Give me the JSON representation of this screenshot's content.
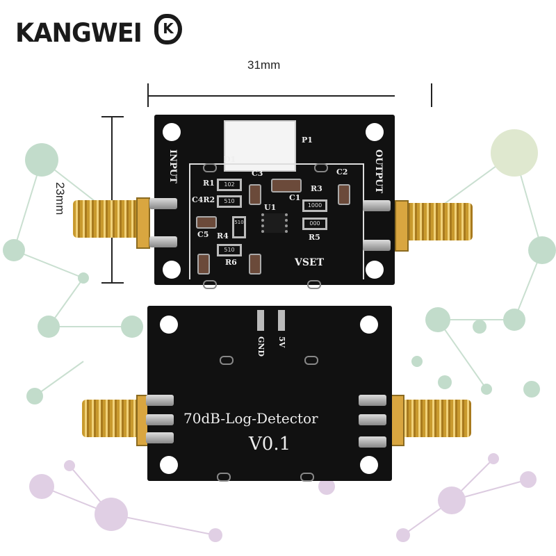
{
  "brand": {
    "logo_text": "KANGWEI",
    "logo_mark": "K"
  },
  "dimensions": {
    "width": "31mm",
    "height": "23mm"
  },
  "top_board": {
    "labels": {
      "input": "INPUT",
      "output": "OUTPUT",
      "p1": "P1",
      "d1": "D1",
      "r1": "R1",
      "c4r2": "C4R2",
      "c5": "C5",
      "r4": "R4",
      "r6": "R6",
      "r3": "R3",
      "c1": "C1",
      "u1": "U1",
      "c2": "C2",
      "c3": "C3",
      "r5": "R5",
      "vset": "VSET"
    },
    "resistor_codes": {
      "r1": "102",
      "r2": "510",
      "r3": "1000",
      "r5": "000",
      "r4": "510",
      "r6": "510"
    }
  },
  "bottom_board": {
    "gnd": "GND",
    "v5": "5V",
    "title": "70dB-Log-Detector",
    "version": "V0.1"
  },
  "colors": {
    "pcb": "#111111",
    "gold": "#d9a640",
    "network_green": "#b8d8c4",
    "network_purple": "#d9c3dc"
  }
}
